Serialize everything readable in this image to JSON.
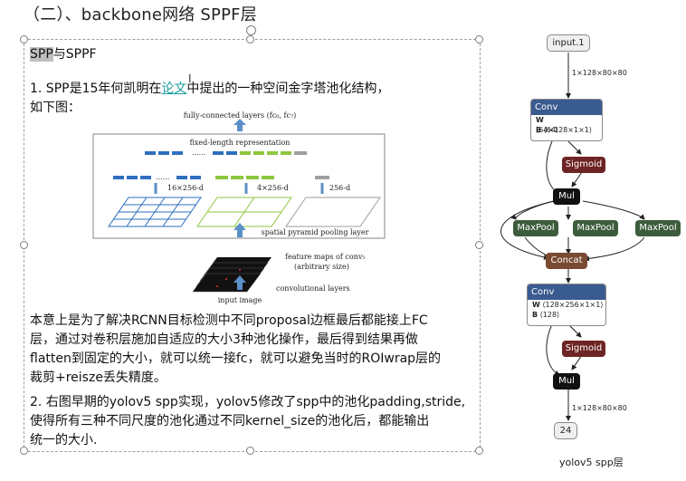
{
  "slide": {
    "title": "（二）、backbone网络 SPPF层"
  },
  "textbox": {
    "heading_spp": "SPP",
    "heading_rest": "与SPPF",
    "p1_pre": "1. SPP是15年何凯明在",
    "p1_link": "论文",
    "p1_post": "中提出的一种空间金字塔池化结构，",
    "p1_line2": "如下图：",
    "p2_line1": "本意上是为了解决RCNN目标检测中不同proposal边框最后都能接上FC",
    "p2_line2": "层，通过对卷积层施加自适应的大小3种池化操作，最后得到结果再做",
    "p2_line3": "flatten到固定的大小，就可以统一接fc，就可以避免当时的ROIwrap层的",
    "p2_line4": "裁剪+reisze丢失精度。",
    "p3_line1": "2. 右图早期的yolov5 spp实现，yolov5修改了spp中的池化padding,stride,",
    "p3_line2": "使得所有三种不同尺度的池化通过不同kernel_size的池化后，都能输出",
    "p3_line3": "统一的大小."
  },
  "spp_figure": {
    "fc_label": "fully-connected layers (fc₆, fc₇)",
    "fixed_label": "fixed-length representation",
    "dims_16": "16×256-d",
    "dims_4": "4×256-d",
    "dims_256": "256-d",
    "spp_layer_label": "spatial pyramid pooling layer",
    "feature_maps_label": "feature maps of conv₅",
    "feature_maps_sub": "(arbitrary size)",
    "conv_layers_label": "convolutional layers",
    "input_label": "input image",
    "colors": {
      "blue": "#2f6fbf",
      "green": "#8dc63f",
      "gray": "#9e9e9e",
      "arrow": "#5b8fc7"
    }
  },
  "network": {
    "input": "input.1",
    "edge_in": "1×128×80×80",
    "conv1": {
      "title": "Conv",
      "w_label": "W",
      "w_val": "⟨64×128×1×1⟩",
      "b_label": "B",
      "b_val": "⟨64⟩"
    },
    "sigmoid1": "Sigmoid",
    "mul1": "Mul",
    "maxpool": [
      "MaxPool",
      "MaxPool",
      "MaxPool"
    ],
    "concat": "Concat",
    "conv2": {
      "title": "Conv",
      "w_label": "W",
      "w_val": "⟨128×256×1×1⟩",
      "b_label": "B",
      "b_val": "⟨128⟩"
    },
    "sigmoid2": "Sigmoid",
    "mul2": "Mul",
    "edge_out": "1×128×80×80",
    "output": "24",
    "caption": "yolov5 spp层",
    "colors": {
      "conv_header": "#3a5b8f",
      "maxpool": "#3d5c3c",
      "sigmoid": "#6e2424",
      "concat": "#7a4a32",
      "mul": "#111111"
    }
  }
}
